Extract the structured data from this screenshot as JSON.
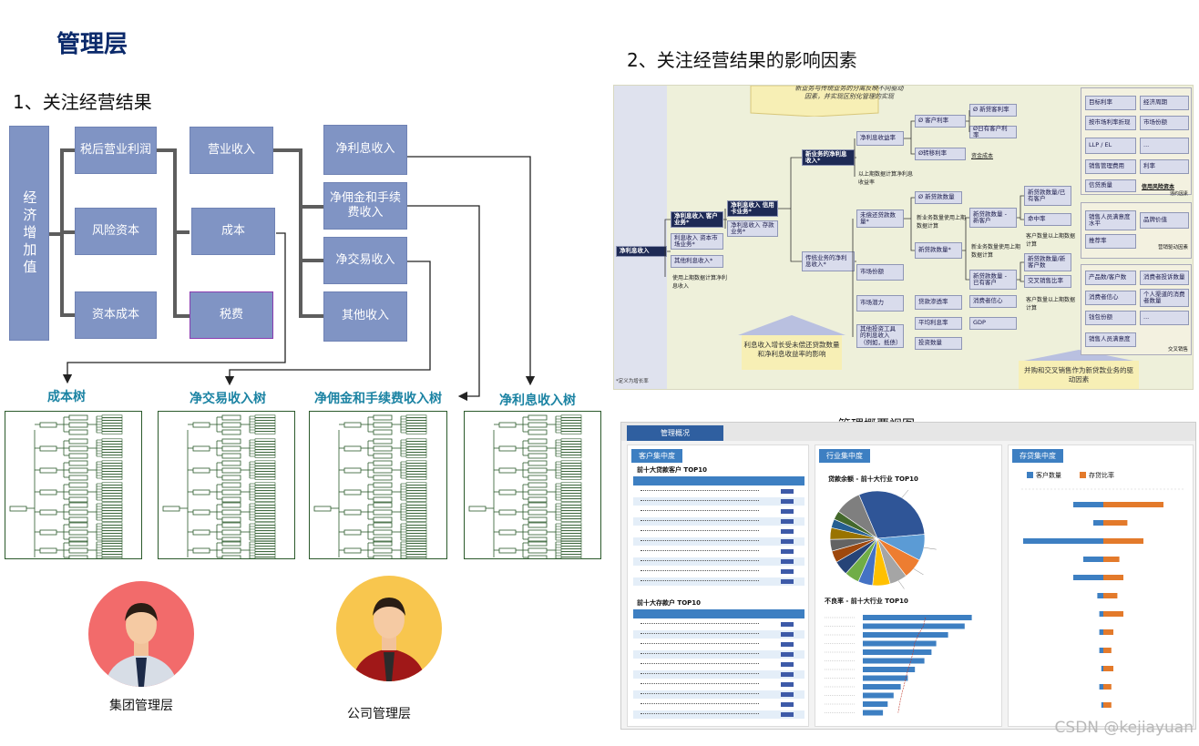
{
  "page": {
    "title": "管理层",
    "section1": "1、关注经营结果",
    "section2": "2、关注经营结果的影响因素",
    "dashboard_title": "管理概要视图",
    "watermark": "CSDN @kejiayuan"
  },
  "tree": {
    "root": "经济增加值",
    "level1": [
      "税后营业利润",
      "风险资本",
      "资本成本"
    ],
    "level2": [
      "营业收入",
      "成本",
      "税费"
    ],
    "level3": [
      "净利息收入",
      "净佣金和手续费收入",
      "净交易收入",
      "其他收入"
    ]
  },
  "subtrees": [
    "成本树",
    "净交易收入树",
    "净佣金和手续费收入树",
    "净利息收入树"
  ],
  "personas": [
    {
      "label": "集团管理层",
      "bg": "#f26b6b",
      "shirt": "#d7dde6",
      "tie": "#1c2a48"
    },
    {
      "label": "公司管理层",
      "bg": "#f8c64e",
      "shirt": "#a01818",
      "tie": "#2b2b2b"
    }
  ],
  "flow": {
    "left_label": "净利息收入",
    "callout_top": "新业务与传统业务的分离反映不同驱动因素，并实现区别化管理的实现",
    "callout_bottom_left": "利息收入增长受未偿还贷款数量和净利息收益率的影响",
    "callout_bottom_right": "并购和交叉销售作为新贷款业务的驱动因素",
    "nodes": {
      "n1": "净利息收入 客户业务*",
      "n2": "利息收入 资本市场业务*",
      "n3": "其他利息收入*",
      "n4": "使用上期数据计算净利息收入",
      "n5": "净利息收入 信用卡业务*",
      "n6": "净利息收入 存款业务*",
      "n7": "新业务的净利息收入*",
      "n8": "传统业务的净利息收入*",
      "n9": "净利息收益率",
      "n10": "以上期数据计算净利息收益率",
      "n11": "未偿还贷款数量*",
      "n12": "市场份额",
      "n13": "市场潜力",
      "n14": "其他投资工具的利息收入（例如，抵债）",
      "n15": "Ø 客户利率",
      "n16": "Ø转移利率",
      "n17": "Ø 新贷款数量",
      "n18": "新业务数量使用上期数据计算",
      "n19": "新贷款数量*",
      "n20": "贷款渗透率",
      "n21": "平均利息率",
      "n22": "投资数量",
      "n23": "Ø 新贷客利率",
      "n24": "Ø日有客户利率",
      "n25": "资金成本",
      "n26": "新贷款数量 - 新客户",
      "n27": "新业务数量使用上期数据计算",
      "n28": "新贷款数量 - 已有客户",
      "n29": "消费者信心",
      "n30": "GDP",
      "n31": "新贷款数量/已有客户",
      "n32": "命中率",
      "n33": "客户数量以上期数据计算",
      "n34": "新贷款数量/新客户数",
      "n35": "交叉销售比率",
      "n36": "客户数量以上期数据计算"
    },
    "right_top": [
      "目标利率",
      "经济周期",
      "按市场利率折现",
      "市场份额",
      "LLP / EL",
      "...",
      "销售管理费用",
      "利率",
      "信贷质量",
      "信用风险资本",
      "违约因素"
    ],
    "right_mid": [
      "销售人员满意度水平",
      "品牌价值",
      "推荐率",
      "营销驱动因素"
    ],
    "right_bot": [
      "产品数/客户数",
      "消费者投诉数量",
      "消费者信心",
      "个人渠道的消费者数量",
      "钱包份额",
      "...",
      "销售人员满意度",
      "交叉销售"
    ],
    "footnote": "*定义为增长率"
  },
  "dashboard": {
    "tab": "管理概况",
    "p1_header": "客户集中度",
    "p1_table1": "前十大贷款客户 TOP10",
    "p1_table2": "前十大存款户 TOP10",
    "p2_header": "行业集中度",
    "p2_chart1": "贷款余额 - 前十大行业 TOP10",
    "p2_chart2": "不良率 - 前十大行业 TOP10",
    "p3_header": "存贷集中度",
    "p3_legend": [
      "客户数量",
      "存贷比率"
    ],
    "pie": {
      "values": [
        30,
        9,
        7,
        6,
        6,
        5,
        5,
        5,
        4,
        4,
        4,
        3,
        3,
        9
      ],
      "colors": [
        "#2f5597",
        "#5b9bd5",
        "#ed7d31",
        "#a5a5a5",
        "#ffc000",
        "#4472c4",
        "#70ad47",
        "#264478",
        "#9e480e",
        "#636363",
        "#997300",
        "#255e91",
        "#43682b",
        "#7f7f7f"
      ]
    },
    "bars": [
      0.92,
      0.86,
      0.72,
      0.62,
      0.58,
      0.52,
      0.44,
      0.38,
      0.32,
      0.26,
      0.21,
      0.17
    ],
    "diverge": [
      {
        "l": 0.15,
        "r": 0.3
      },
      {
        "l": 0.05,
        "r": 0.12
      },
      {
        "l": 0.4,
        "r": 0.2
      },
      {
        "l": 0.1,
        "r": 0.08
      },
      {
        "l": 0.15,
        "r": 0.1
      },
      {
        "l": 0.03,
        "r": 0.07
      },
      {
        "l": 0.02,
        "r": 0.1
      },
      {
        "l": 0.02,
        "r": 0.05
      },
      {
        "l": 0.02,
        "r": 0.04
      },
      {
        "l": 0.01,
        "r": 0.05
      },
      {
        "l": 0.02,
        "r": 0.04
      },
      {
        "l": 0.01,
        "r": 0.04
      }
    ],
    "blue": "#3d7fc2",
    "orange": "#e37a2b"
  }
}
